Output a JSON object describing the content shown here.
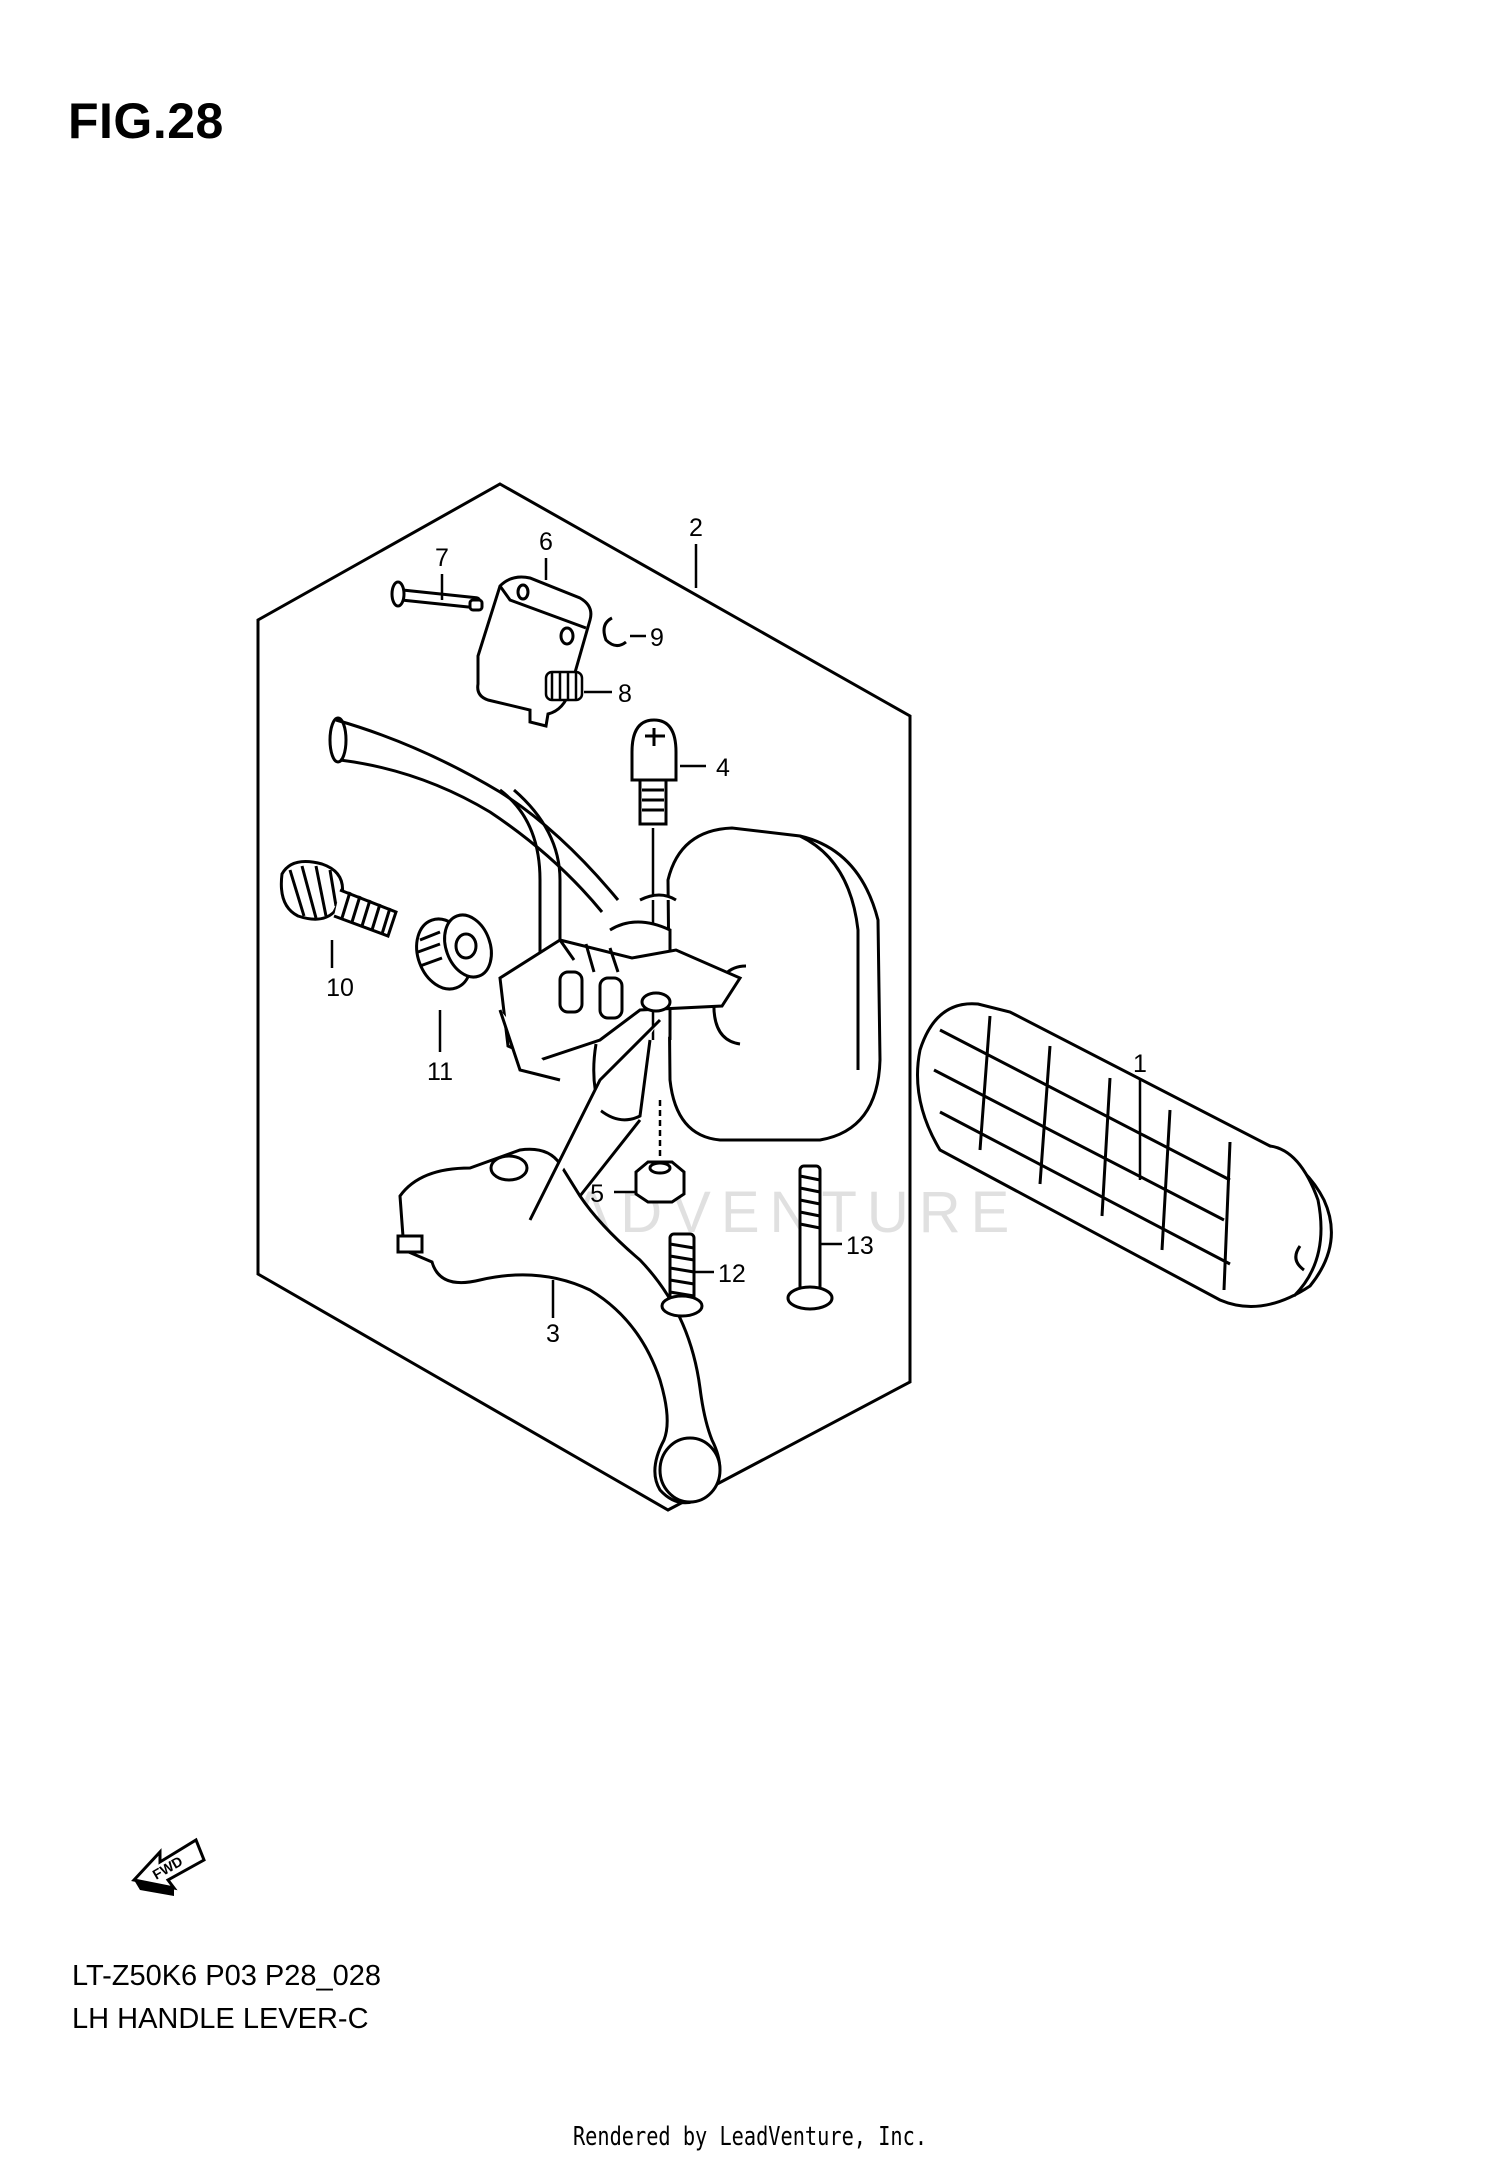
{
  "figure": {
    "title": "FIG.28",
    "model_code": "LT-Z50K6 P03 P28_028",
    "name": "LH HANDLE LEVER-C",
    "credit": "Rendered by LeadVenture, Inc.",
    "watermark": "LEADVENTURE",
    "fwd_label": "FWD"
  },
  "callouts": [
    {
      "id": "1",
      "label": "1"
    },
    {
      "id": "2",
      "label": "2"
    },
    {
      "id": "3",
      "label": "3"
    },
    {
      "id": "4",
      "label": "4"
    },
    {
      "id": "5",
      "label": "5"
    },
    {
      "id": "6",
      "label": "6"
    },
    {
      "id": "7",
      "label": "7"
    },
    {
      "id": "8",
      "label": "8"
    },
    {
      "id": "9",
      "label": "9"
    },
    {
      "id": "10",
      "label": "10"
    },
    {
      "id": "11",
      "label": "11"
    },
    {
      "id": "12",
      "label": "12"
    },
    {
      "id": "13",
      "label": "13"
    }
  ]
}
